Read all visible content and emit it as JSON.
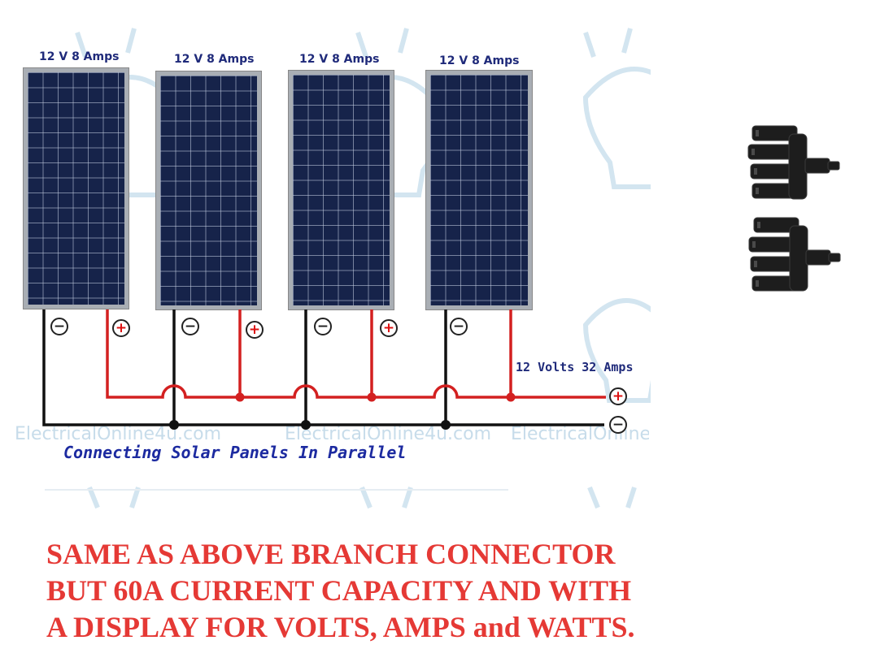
{
  "diagram": {
    "title": "Connecting Solar Panels In Parallel",
    "panels": [
      {
        "label": "12 V 8 Amps"
      },
      {
        "label": "12 V 8 Amps"
      },
      {
        "label": "12 V 8 Amps"
      },
      {
        "label": "12 V 8 Amps"
      }
    ],
    "output_label": "12 Volts 32 Amps",
    "terminal_pos": "+",
    "terminal_neg": "−",
    "watermarks": [
      "ElectricalOnline4u.com",
      "ElectricalOnline4u.com",
      "ElectricalOnline4u"
    ],
    "colors": {
      "positive_wire": "#d32020",
      "negative_wire": "#111111",
      "panel_cells": "#16234a"
    }
  },
  "note": {
    "lines": [
      "SAME AS ABOVE BRANCH CONNECTOR",
      "BUT 60A CURRENT CAPACITY AND WITH",
      "A DISPLAY FOR VOLTS, AMPS and WATTS."
    ],
    "color": "#e53935"
  },
  "connector": {
    "icon": "mc4-branch-connector-icon"
  }
}
